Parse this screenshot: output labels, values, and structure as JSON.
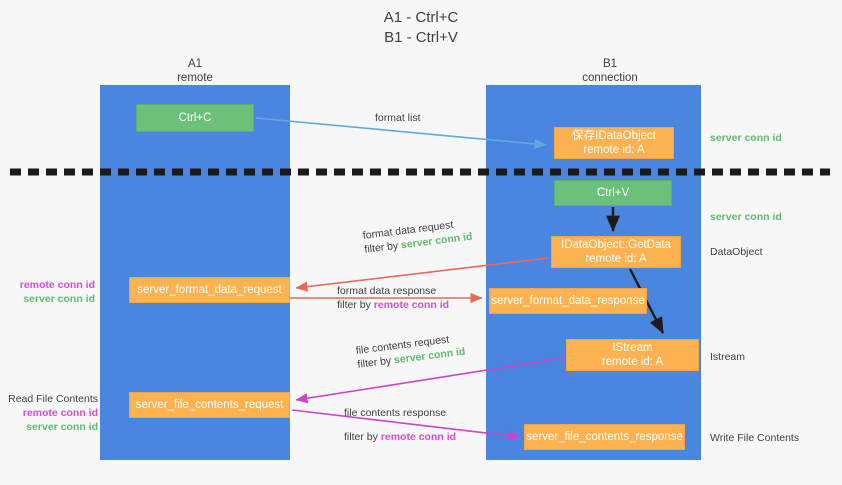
{
  "title": {
    "line1": "A1 - Ctrl+C",
    "line2": "B1 - Ctrl+V"
  },
  "lanes": [
    {
      "id": "A1",
      "name": "A1",
      "sub": "remote",
      "color": "#4a86e0"
    },
    {
      "id": "B1",
      "name": "B1",
      "sub": "connection",
      "color": "#4a86e0"
    }
  ],
  "colors": {
    "lane_blue": "#4a86e0",
    "node_green": "#6cc079",
    "node_orange": "#fcb250",
    "server_conn_green": "#5fbb6e",
    "remote_conn_magenta": "#d34fd3",
    "arrow_lightblue": "#5fa8e0",
    "arrow_red": "#e8685a",
    "arrow_magenta": "#cc44cc",
    "arrow_black": "#1a1a1a",
    "background": "#f7f7f7",
    "text": "#3c4043"
  },
  "nodes": {
    "ctrl_c": {
      "label": "Ctrl+C",
      "style": "green"
    },
    "idataobject": {
      "line1": "保存IDataObject",
      "line2": "remote id: A",
      "style": "orange"
    },
    "ctrl_v": {
      "label": "Ctrl+V",
      "style": "green"
    },
    "getdata": {
      "line1": "IDataObject::GetData",
      "line2": "remote id: A",
      "style": "orange"
    },
    "istream": {
      "line1": "IStream",
      "line2": "remote id: A",
      "style": "orange"
    },
    "server_format_data_request": {
      "label": "server_format_data_request",
      "style": "orange"
    },
    "server_format_data_response": {
      "label": "server_format_data_response",
      "style": "orange"
    },
    "server_file_contents_request": {
      "label": "server_file_contents_request",
      "style": "orange"
    },
    "server_file_contents_response": {
      "label": "server_file_contents_response",
      "style": "orange"
    }
  },
  "edge_labels": {
    "format_list": "format list",
    "format_data_request": "format data request",
    "format_data_request_filter_prefix": "filter by ",
    "format_data_request_filter_key": "server conn id",
    "format_data_response": "format data response",
    "format_data_response_filter_prefix": "filter by ",
    "format_data_response_filter_key": "remote conn id",
    "file_contents_request": "file contents request",
    "file_contents_request_filter_prefix": "filter by ",
    "file_contents_request_filter_key": "server conn id",
    "file_contents_response": "file contents response",
    "file_contents_response_filter_prefix": "filter by ",
    "file_contents_response_filter_key": "remote conn id"
  },
  "left_annotations": {
    "group1": {
      "remote": "remote conn id",
      "server": "server conn id"
    },
    "group2": {
      "heading": "Read File Contents",
      "remote": "remote conn id",
      "server": "server conn id"
    }
  },
  "right_annotations": {
    "server_conn_id_top": "server conn id",
    "server_conn_id_mid": "server conn id",
    "dataobject": "DataObject",
    "istream": "Istream",
    "write_file_contents": "Write File Contents"
  }
}
